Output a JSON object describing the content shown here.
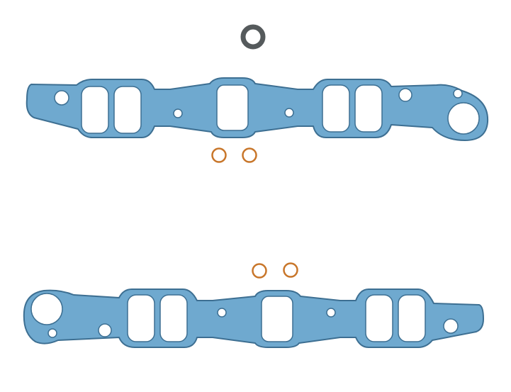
{
  "image": {
    "background_color": "#ffffff",
    "gasket_fill": "#6fa9cf",
    "gasket_edge": "#3d6f92",
    "gasket_port_fill": "#ffffff",
    "o_ring_color": "#555a5c",
    "copper_washer_color": "#c8762a",
    "parts": [
      {
        "name": "o-ring",
        "count": 1
      },
      {
        "name": "copper-washer",
        "count": 4
      },
      {
        "name": "intake-manifold-gasket",
        "count": 2
      }
    ]
  }
}
